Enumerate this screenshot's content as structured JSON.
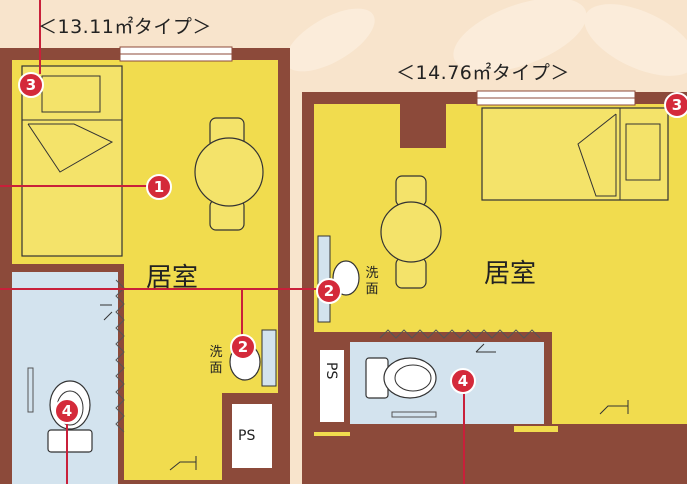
{
  "plan_a": {
    "caption": "＜13.11㎡タイプ＞",
    "room_label": "居室",
    "washbasin_label": "洗面",
    "ps_label": "PS"
  },
  "plan_b": {
    "caption": "＜14.76㎡タイプ＞",
    "room_label": "居室",
    "washbasin_label": "洗面",
    "ps_label": "PS"
  },
  "markers": {
    "bed": "3",
    "room": "1",
    "washbasin": "2",
    "toilet": "4"
  },
  "colors": {
    "background": "#f8e4cc",
    "wall": "#8c4a3a",
    "floor": "#f1dc4e",
    "bathroom": "#d3e3ee",
    "marker": "#d42a3a",
    "leader_line": "#c9203a"
  }
}
